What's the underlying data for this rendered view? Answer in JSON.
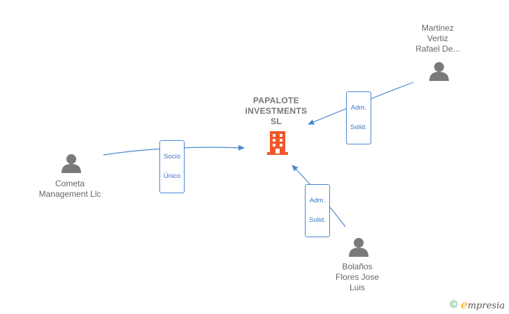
{
  "center": {
    "name_lines": [
      "PAPALOTE",
      "INVESTMENTS",
      "SL"
    ],
    "icon": "building-icon",
    "icon_color": "#f0572a"
  },
  "nodes": [
    {
      "id": "martinez",
      "name_lines": [
        "Martinez",
        "Vertiz",
        "Rafael De..."
      ],
      "icon": "person-icon"
    },
    {
      "id": "cometa",
      "name_lines": [
        "Cometa",
        "Management Llc"
      ],
      "icon": "person-icon"
    },
    {
      "id": "bolanos",
      "name_lines": [
        "Bolaños",
        "Flores Jose",
        "Luis"
      ],
      "icon": "person-icon"
    }
  ],
  "edges": [
    {
      "from": "martinez",
      "label_lines": [
        "Adm.",
        "Solid."
      ]
    },
    {
      "from": "cometa",
      "label_lines": [
        "Socio",
        "Único"
      ]
    },
    {
      "from": "bolanos",
      "label_lines": [
        "Adm.",
        "Solid."
      ]
    }
  ],
  "colors": {
    "edge": "#4a87d3",
    "person": "#7a7a7a"
  },
  "footer": {
    "copyright_symbol": "©",
    "brand_initial": "e",
    "brand_rest": "mpresia"
  }
}
